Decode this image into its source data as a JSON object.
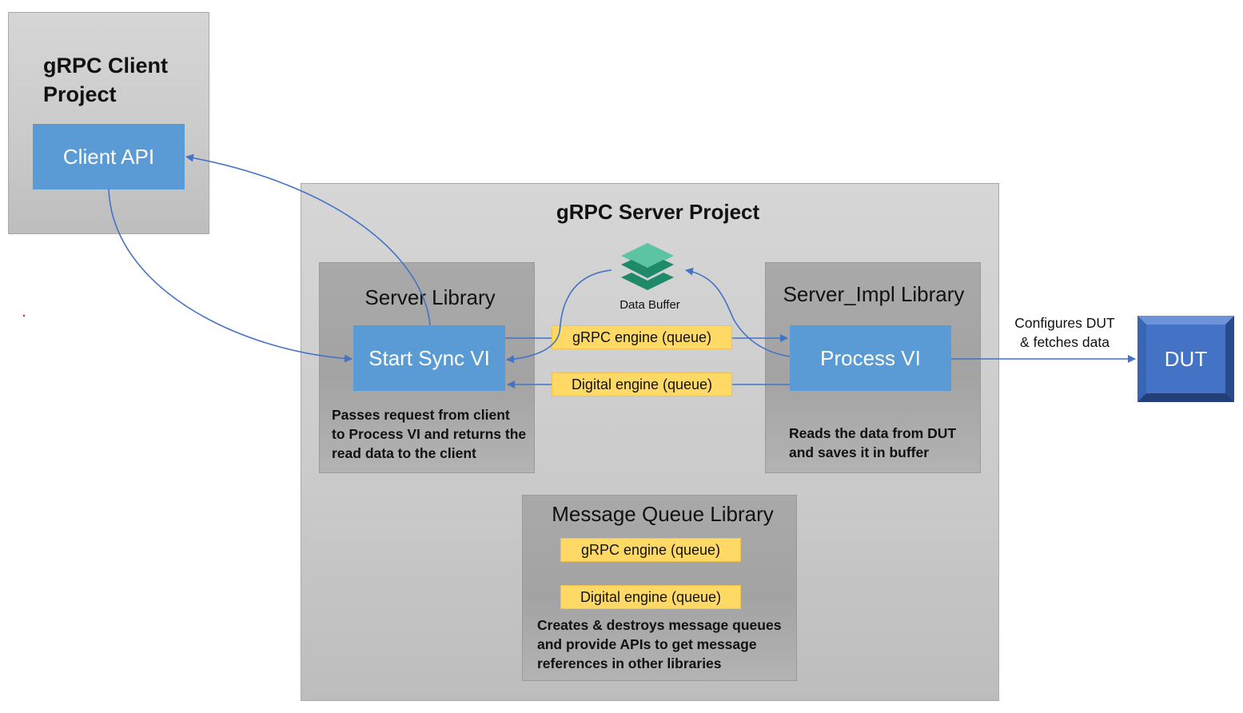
{
  "client_project": {
    "title_line1": "gRPC Client",
    "title_line2": "Project",
    "client_api": "Client API"
  },
  "server_project": {
    "title": "gRPC Server Project"
  },
  "server_library": {
    "title": "Server Library",
    "start_sync": "Start Sync VI",
    "desc_line1": "Passes request from client",
    "desc_line2": "to Process VI and returns the",
    "desc_line3": "read data to the client"
  },
  "server_impl_library": {
    "title": "Server_Impl Library",
    "process_vi": "Process VI",
    "desc_line1": "Reads the data from DUT",
    "desc_line2": "and saves it in buffer"
  },
  "data_buffer": {
    "label": "Data Buffer"
  },
  "queues": {
    "grpc": "gRPC engine (queue)",
    "digital": "Digital engine (queue)"
  },
  "message_queue_library": {
    "title": "Message Queue Library",
    "grpc": "gRPC engine (queue)",
    "digital": "Digital engine (queue)",
    "desc_line1": "Creates & destroys message queues",
    "desc_line2": "and provide APIs to get message",
    "desc_line3": "references in other libraries"
  },
  "dut": {
    "label": "DUT",
    "note_line1": "Configures DUT",
    "note_line2": "& fetches data"
  },
  "colors": {
    "arrow": "#4472c4",
    "box_blue": "#5b9bd5",
    "queue": "#ffd966",
    "dut": "#4472c4",
    "buffer_top": "#5cc3a3",
    "buffer_bottom": "#1e8a6a"
  }
}
